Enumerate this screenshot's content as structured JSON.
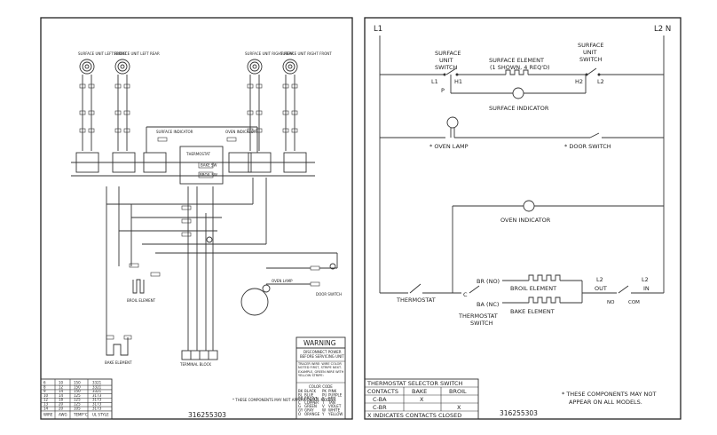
{
  "left_panel": {
    "units": [
      {
        "label": "SURFACE UNIT LEFT FRONT"
      },
      {
        "label": "SURFACE UNIT LEFT REAR"
      },
      {
        "label": "SURFACE UNIT RIGHT REAR"
      },
      {
        "label": "SURFACE UNIT RIGHT FRONT"
      }
    ],
    "surface_indicator_label": "SURFACE INDICATOR",
    "oven_indicator_label": "OVEN INDICATOR",
    "thermostat_label": "THERMOSTAT",
    "bake_sw_label": "BAKE SW",
    "broil_sw_label": "BROIL SW",
    "broil_element_label": "BROIL ELEMENT",
    "bake_element_label": "BAKE ELEMENT",
    "terminal_block_label": "TERMINAL BLOCK",
    "oven_lamp_label": "OVEN LAMP",
    "door_switch_label": "DOOR SWITCH",
    "warning": {
      "title": "WARNING",
      "line1": "DISCONNECT POWER",
      "line2": "BEFORE SERVICING UNIT",
      "tracer_text": "TRACER WIRE: WIRE COLOR NOTED FIRST, STRIPE NEXT. EXAMPLE, GREEN WIRE WITH YELLOW STRIPE:"
    },
    "color_code": {
      "title": "COLOR CODE",
      "rows": [
        [
          "BK",
          "BLACK",
          "PK",
          "PINK"
        ],
        [
          "BL",
          "BLUE",
          "PU",
          "PURPLE"
        ],
        [
          "BR",
          "BROWN",
          "R",
          "RED"
        ],
        [
          "C",
          "COPPER",
          "T",
          "TAN"
        ],
        [
          "G",
          "GREEN",
          "V",
          "VIOLET"
        ],
        [
          "GY",
          "GRAY",
          "W",
          "WHITE"
        ],
        [
          "O",
          "ORANGE",
          "Y",
          "YELLOW"
        ]
      ]
    },
    "wire_table": {
      "rows": [
        [
          "6",
          "10",
          "150",
          "3321"
        ],
        [
          "8",
          "12",
          "150",
          "3321"
        ],
        [
          "9",
          "14",
          "150",
          "3321"
        ],
        [
          "10",
          "14",
          "125",
          "3173"
        ],
        [
          "12",
          "18",
          "125",
          "3173"
        ],
        [
          "13",
          "20",
          "125",
          "3173"
        ],
        [
          "14",
          "20",
          "105",
          "3173"
        ]
      ],
      "footer": [
        "WIRE",
        "AWG",
        "TEMP°C",
        "UL STYLE"
      ]
    },
    "note": "* THESE COMPONENTS MAY NOT APPEAR ON ALL MODELS",
    "part_number": "316255303"
  },
  "right_panel": {
    "l1": "L1",
    "l2n": "L2 N",
    "surface_unit_switch_left": "SURFACE UNIT SWITCH",
    "surface_element": "SURFACE ELEMENT",
    "surface_element_sub": "(1 SHOWN, 4 REQ'D)",
    "surface_unit_switch_right": "SURFACE UNIT SWITCH",
    "l1_small": "L1",
    "p_small": "P",
    "h1": "H1",
    "h2": "H2",
    "l2_small": "L2",
    "surface_indicator": "SURFACE INDICATOR",
    "oven_lamp": "* OVEN LAMP",
    "door_switch": "* DOOR SWITCH",
    "oven_indicator": "OVEN INDICATOR",
    "br_no": "BR (NO)",
    "ba_nc": "BA (NC)",
    "c_small": "C",
    "broil_element": "BROIL ELEMENT",
    "bake_element": "BAKE ELEMENT",
    "l2_out": "L2",
    "out": "OUT",
    "l2_in": "L2",
    "in": "IN",
    "no": "NO",
    "com": "COM",
    "thermostat": "THERMOSTAT",
    "thermostat_switch": "THERMOSTAT SWITCH",
    "selector_table": {
      "title": "THERMOSTAT SELECTOR SWITCH",
      "headers": [
        "CONTACTS",
        "BAKE",
        "BROIL"
      ],
      "rows": [
        [
          "C-BA",
          "X",
          ""
        ],
        [
          "C-BR",
          "",
          "X"
        ]
      ],
      "footer": "X INDICATES CONTACTS CLOSED"
    },
    "note_line1": "* THESE COMPONENTS MAY NOT",
    "note_line2": "APPEAR ON ALL MODELS.",
    "part_number": "316255303"
  }
}
